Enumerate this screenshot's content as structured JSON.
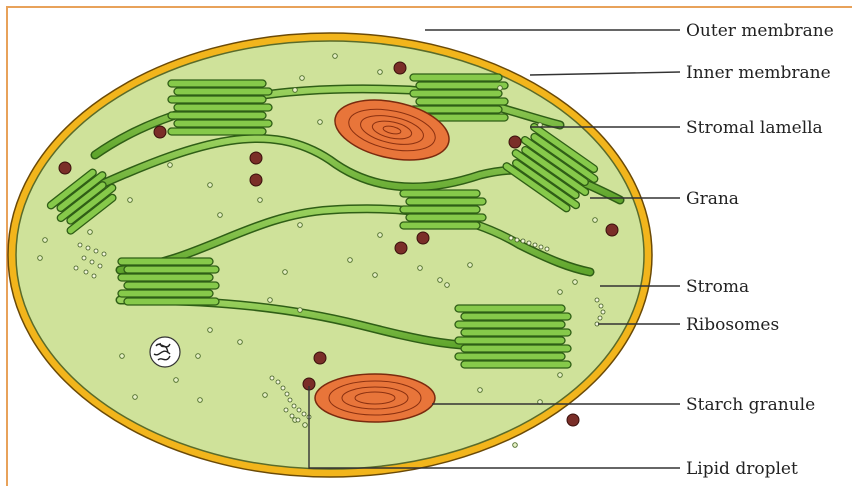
{
  "diagram": {
    "labels": {
      "outer_membrane": "Outer membrane",
      "inner_membrane": "Inner membrane",
      "stromal_lamella": "Stromal lamella",
      "grana": "Grana",
      "stroma": "Stroma",
      "ribosomes": "Ribosomes",
      "starch_granule": "Starch granule",
      "lipid_droplet": "Lipid droplet"
    },
    "colors": {
      "stroma_fill": "#cfe29a",
      "outer_membrane": "#f2b51c",
      "thylakoid": "#7cc242",
      "thylakoid_edge": "#2f5e16",
      "starch": "#e8753a",
      "lipid_droplet": "#7a2e28",
      "frame": "#e8a25a"
    }
  }
}
